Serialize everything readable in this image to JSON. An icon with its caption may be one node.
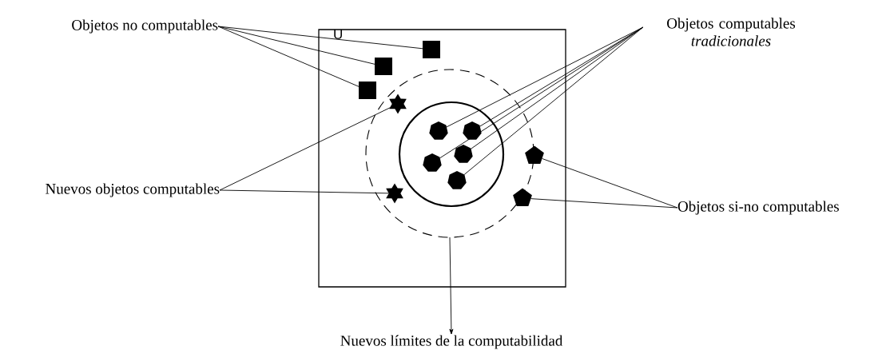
{
  "diagram": {
    "nodes": [
      {
        "text": [
          "Objetos no computables"
        ]
      },
      {
        "text": [
          "Objetos computables *tradicionales*"
        ]
      },
      {
        "text": [
          "U"
        ]
      },
      {
        "text": [],
        "shape": "box",
        "in": 2
      },
      {
        "text": [],
        "shape": "box",
        "in": 2
      },
      {
        "text": [],
        "shape": "box",
        "in": 2
      },
      {
        "text": [],
        "shape": "circle",
        "in": 2
      },
      {
        "text": [],
        "shape": "star",
        "in": 6
      },
      {
        "text": [],
        "shape": "circle",
        "in": 6
      },
      {
        "text": [],
        "shape": "dot",
        "in": 8
      },
      {
        "text": [],
        "shape": "dot",
        "in": 8
      },
      {
        "text": [],
        "shape": "dot",
        "in": 8
      },
      {
        "text": [],
        "shape": "dot",
        "in": 8
      },
      {
        "text": [],
        "shape": "dot",
        "in": 8
      },
      {
        "text": [],
        "shape": "pentagon",
        "in": 2
      },
      {
        "text": [
          "Nuevos objetos computables"
        ]
      },
      {
        "text": [],
        "shape": "star",
        "in": 6
      },
      {
        "text": [],
        "shape": "pentagon",
        "in": 2
      },
      {
        "text": [
          "Objetos si-no computables"
        ]
      },
      {
        "text": [
          "Nuevos límites de la computabilidad"
        ]
      }
    ],
    "edges": [
      {
        "from": 0,
        "to": 3,
        "arrow": "none"
      },
      {
        "from": 0,
        "to": 4,
        "arrow": "none"
      },
      {
        "from": 0,
        "to": 5,
        "arrow": "none"
      },
      {
        "from": 1,
        "to": 9,
        "arrow": "none"
      },
      {
        "from": 1,
        "to": 10,
        "arrow": "none"
      },
      {
        "from": 1,
        "to": 11,
        "arrow": "none"
      },
      {
        "from": 1,
        "to": 12,
        "arrow": "none"
      },
      {
        "from": 1,
        "to": 13,
        "arrow": "none"
      },
      {
        "from": 15,
        "to": 7,
        "arrow": "none"
      },
      {
        "from": 15,
        "to": 16,
        "arrow": "none"
      },
      {
        "from": 18,
        "to": 14,
        "arrow": "none"
      },
      {
        "from": 18,
        "to": 17,
        "arrow": "none"
      },
      {
        "from": 6,
        "to": 19,
        "arrow": "to"
      }
    ]
  }
}
